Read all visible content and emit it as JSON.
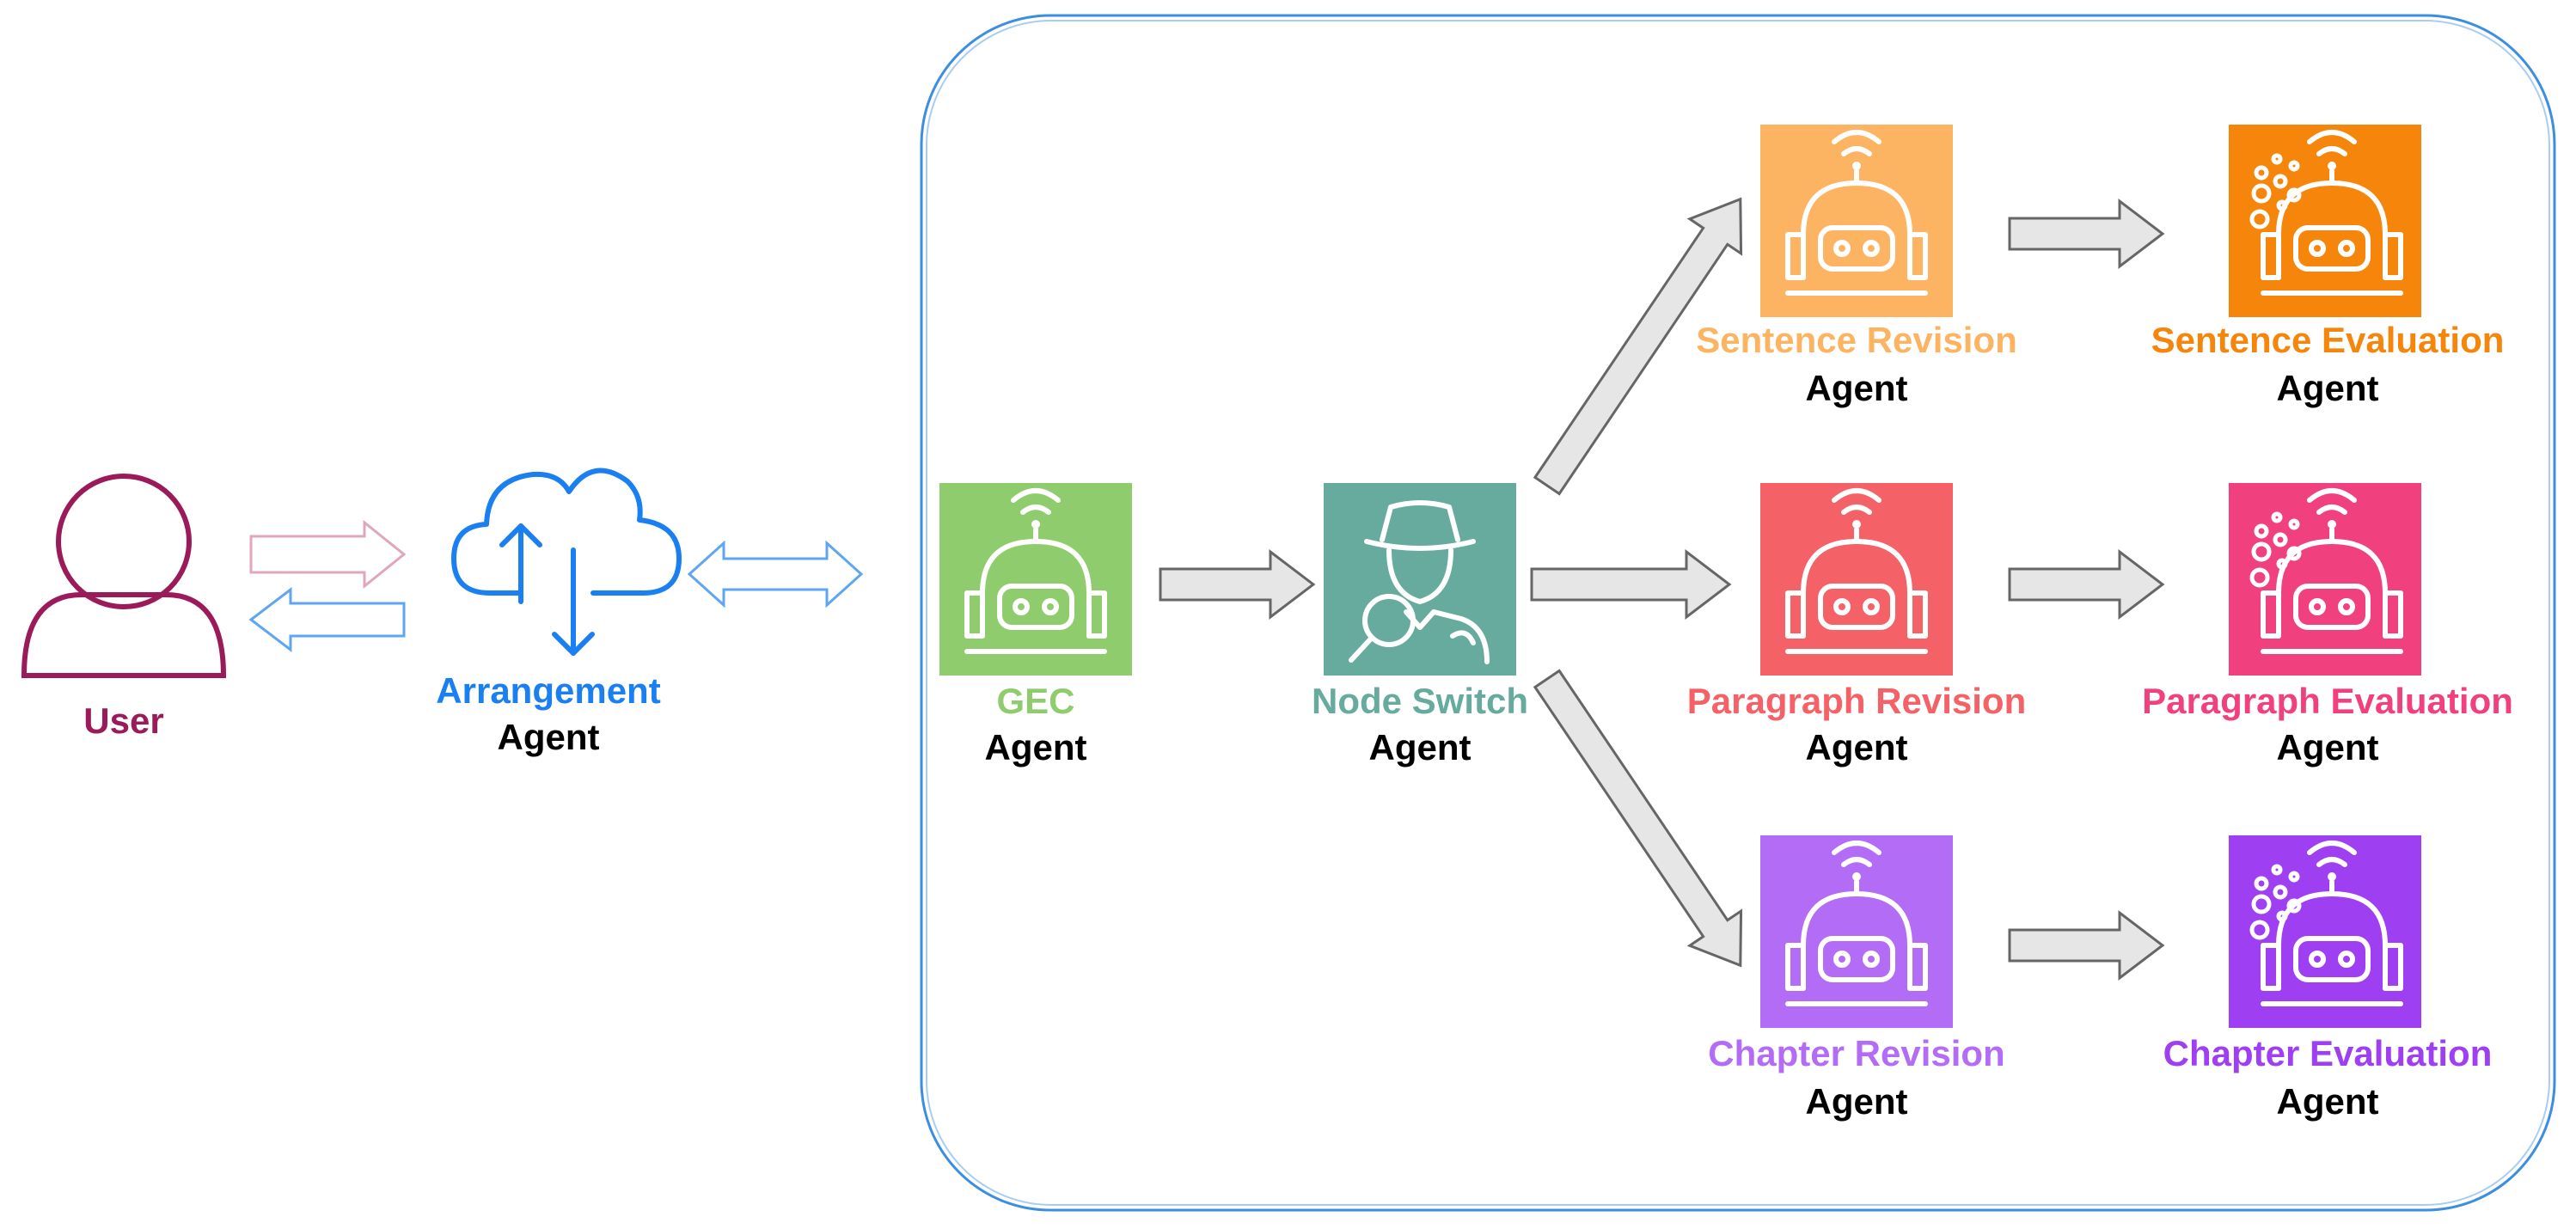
{
  "colors": {
    "user": "#9b1b5a",
    "arrangement": "#1a7ff0",
    "gec": "#8fcc6e",
    "node_switch": "#67ab9f",
    "sentence_revision": "#fdb462",
    "sentence_evaluation": "#f5860b",
    "paragraph_revision": "#f46166",
    "paragraph_evaluation": "#f0417e",
    "chapter_revision": "#b36cf5",
    "chapter_evaluation": "#9e3ff2",
    "container": "#3c8ee0",
    "arrow_fill": "#e6e6e6",
    "arrow_stroke": "#666666"
  },
  "user": {
    "label": "User",
    "icon": "user-icon"
  },
  "arrangement": {
    "title": "Arrangement",
    "suffix": "Agent",
    "icon": "cloud-upload-download-icon"
  },
  "agents": {
    "gec": {
      "title": "GEC",
      "suffix": "Agent",
      "icon": "robot-icon"
    },
    "node_switch": {
      "title": "Node Switch",
      "suffix": "Agent",
      "icon": "detective-search-icon"
    },
    "sentence_revision": {
      "title": "Sentence Revision",
      "suffix": "Agent",
      "icon": "robot-icon"
    },
    "sentence_evaluation": {
      "title": "Sentence Evaluation",
      "suffix": "Agent",
      "icon": "robot-bubbles-icon"
    },
    "paragraph_revision": {
      "title": "Paragraph Revision",
      "suffix": "Agent",
      "icon": "robot-icon"
    },
    "paragraph_evaluation": {
      "title": "Paragraph Evaluation",
      "suffix": "Agent",
      "icon": "robot-bubbles-icon"
    },
    "chapter_revision": {
      "title": "Chapter Revision",
      "suffix": "Agent",
      "icon": "robot-icon"
    },
    "chapter_evaluation": {
      "title": "Chapter Evaluation",
      "suffix": "Agent",
      "icon": "robot-bubbles-icon"
    }
  }
}
